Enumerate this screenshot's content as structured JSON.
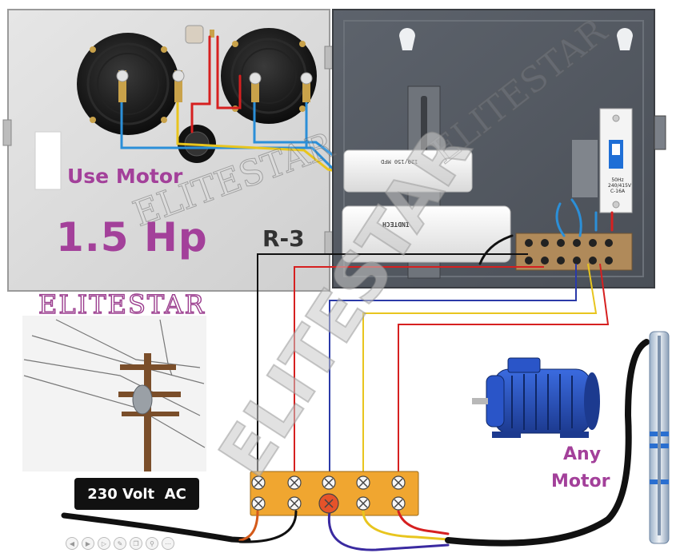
{
  "labels": {
    "use_motor": "Use Motor",
    "hp": "1.5 Hp",
    "r3": "R-3",
    "brand": "ELITESTAR",
    "supply": "230 Volt  AC",
    "any": "Any",
    "motor": "Motor"
  },
  "watermark": {
    "big": "ELITESTAR",
    "box_left": "ELITESTAR",
    "box_right": "ELITESTAR"
  },
  "panel": {
    "capacitor_small": "120/150 MFD",
    "capacitor_large": "INDTECH",
    "mcb_lines": [
      "C-16A",
      "240/415V",
      "50Hz"
    ]
  },
  "colors": {
    "label_purple": "#a3409a",
    "wire_red": "#d62020",
    "wire_blue": "#2b3aa8",
    "wire_yellow": "#e8c51e",
    "wire_black": "#111111",
    "terminal_strip": "#f0a630",
    "motor_blue": "#2a55c8"
  },
  "toolbar_icons": [
    "back-icon",
    "forward-icon",
    "play-icon",
    "edit-icon",
    "copy-icon",
    "zoom-icon",
    "more-icon"
  ]
}
